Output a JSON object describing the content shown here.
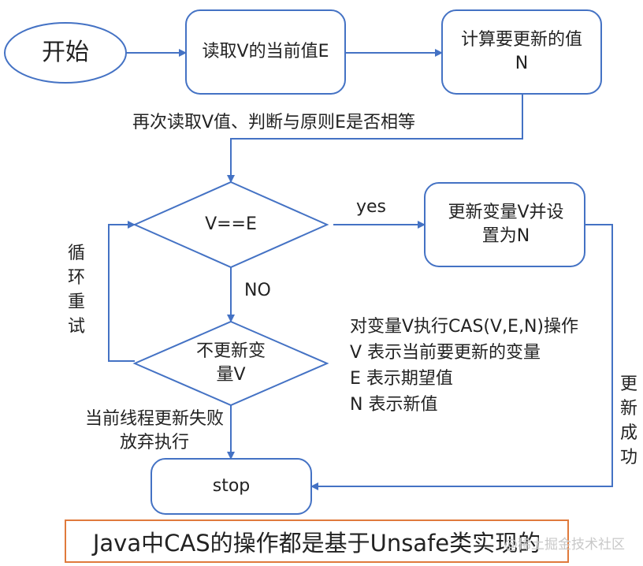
{
  "nodes": {
    "start": "开始",
    "read_v": "读取V的当前值E",
    "compute": "计算要更新的值N",
    "decision1": "V==E",
    "update": "更新变量V并设置为N",
    "decision2": "不更新变量V",
    "stop": "stop"
  },
  "edges": {
    "reread": "再次读取V值、判断与原则E是否相等",
    "yes": "yes",
    "no": "NO",
    "retry": "循环重试",
    "fail": "当前线程更新失败放弃执行",
    "success": "更新成功"
  },
  "notes": [
    "对变量V执行CAS(V,E,N)操作",
    "V  表示当前要更新的变量",
    "E  表示期望值",
    "N 表示新值"
  ],
  "banner": "Java中CAS的操作都是基于Unsafe类实现的",
  "watermark": "@稀土掘金技术社区",
  "colors": {
    "stroke": "#4472c4",
    "banner_border": "#e07a3c"
  }
}
